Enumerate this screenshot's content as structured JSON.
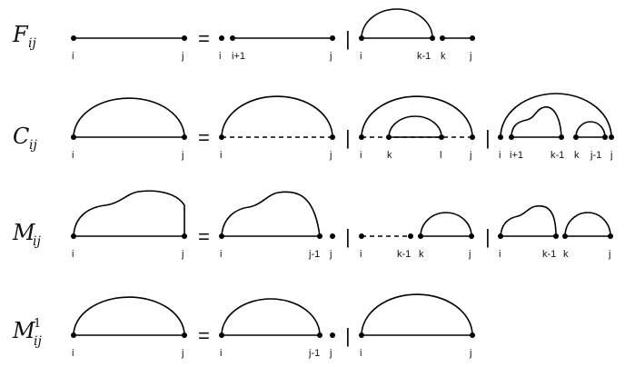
{
  "colors": {
    "orange": "#f7944c",
    "blue": "#9ccdf6",
    "yellow": "#f9f54e",
    "line": "#000000"
  },
  "symbols": {
    "equals": "=",
    "bar": "|"
  },
  "rows": [
    {
      "label": {
        "main": "F",
        "sub": "ij",
        "sup": ""
      },
      "ticks": {
        "a": [
          "i",
          "j"
        ],
        "b": [
          "i",
          "i+1",
          "j"
        ],
        "c": [
          "i",
          "k-1",
          "k",
          "j"
        ]
      }
    },
    {
      "label": {
        "main": "C",
        "sub": "ij",
        "sup": ""
      },
      "ticks": {
        "a": [
          "i",
          "j"
        ],
        "b": [
          "i",
          "j"
        ],
        "c": [
          "i",
          "k",
          "l",
          "j"
        ],
        "d": [
          "i",
          "i+1",
          "k-1",
          "k",
          "j-1",
          "j"
        ]
      }
    },
    {
      "label": {
        "main": "M",
        "sub": "ij",
        "sup": ""
      },
      "ticks": {
        "a": [
          "i",
          "j"
        ],
        "b": [
          "i",
          "j-1",
          "j"
        ],
        "c": [
          "i",
          "k-1",
          "k",
          "j"
        ],
        "d": [
          "i",
          "k-1",
          "k",
          "j"
        ]
      }
    },
    {
      "label": {
        "main": "M",
        "sub": "ij",
        "sup": "1"
      },
      "ticks": {
        "a": [
          "i",
          "j"
        ],
        "b": [
          "i",
          "j-1",
          "j"
        ],
        "c": [
          "i",
          "j"
        ]
      }
    }
  ]
}
